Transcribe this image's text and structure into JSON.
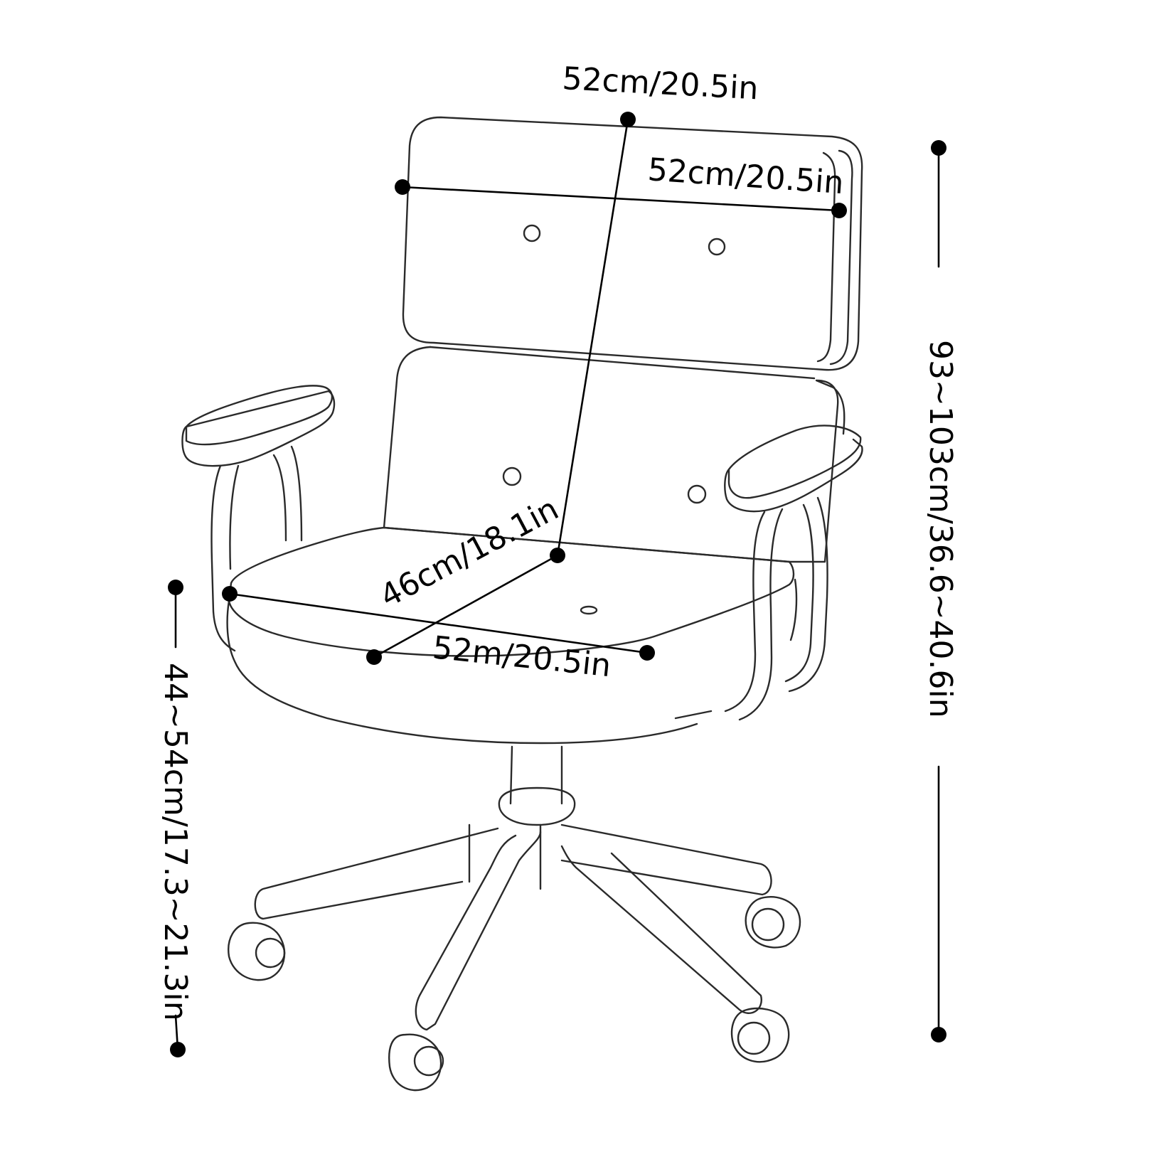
{
  "colors": {
    "outline": "#2a2a2a",
    "dimension": "#000000",
    "background": "#ffffff"
  },
  "dimensions": {
    "backrest_height": "52cm/20.5in",
    "backrest_width": "52cm/20.5in",
    "seat_depth": "46cm/18.1in",
    "seat_width": "52m/20.5in",
    "overall_height": "93~103cm/36.6~40.6in",
    "seat_height": "44~54cm/17.3~21.3in"
  }
}
